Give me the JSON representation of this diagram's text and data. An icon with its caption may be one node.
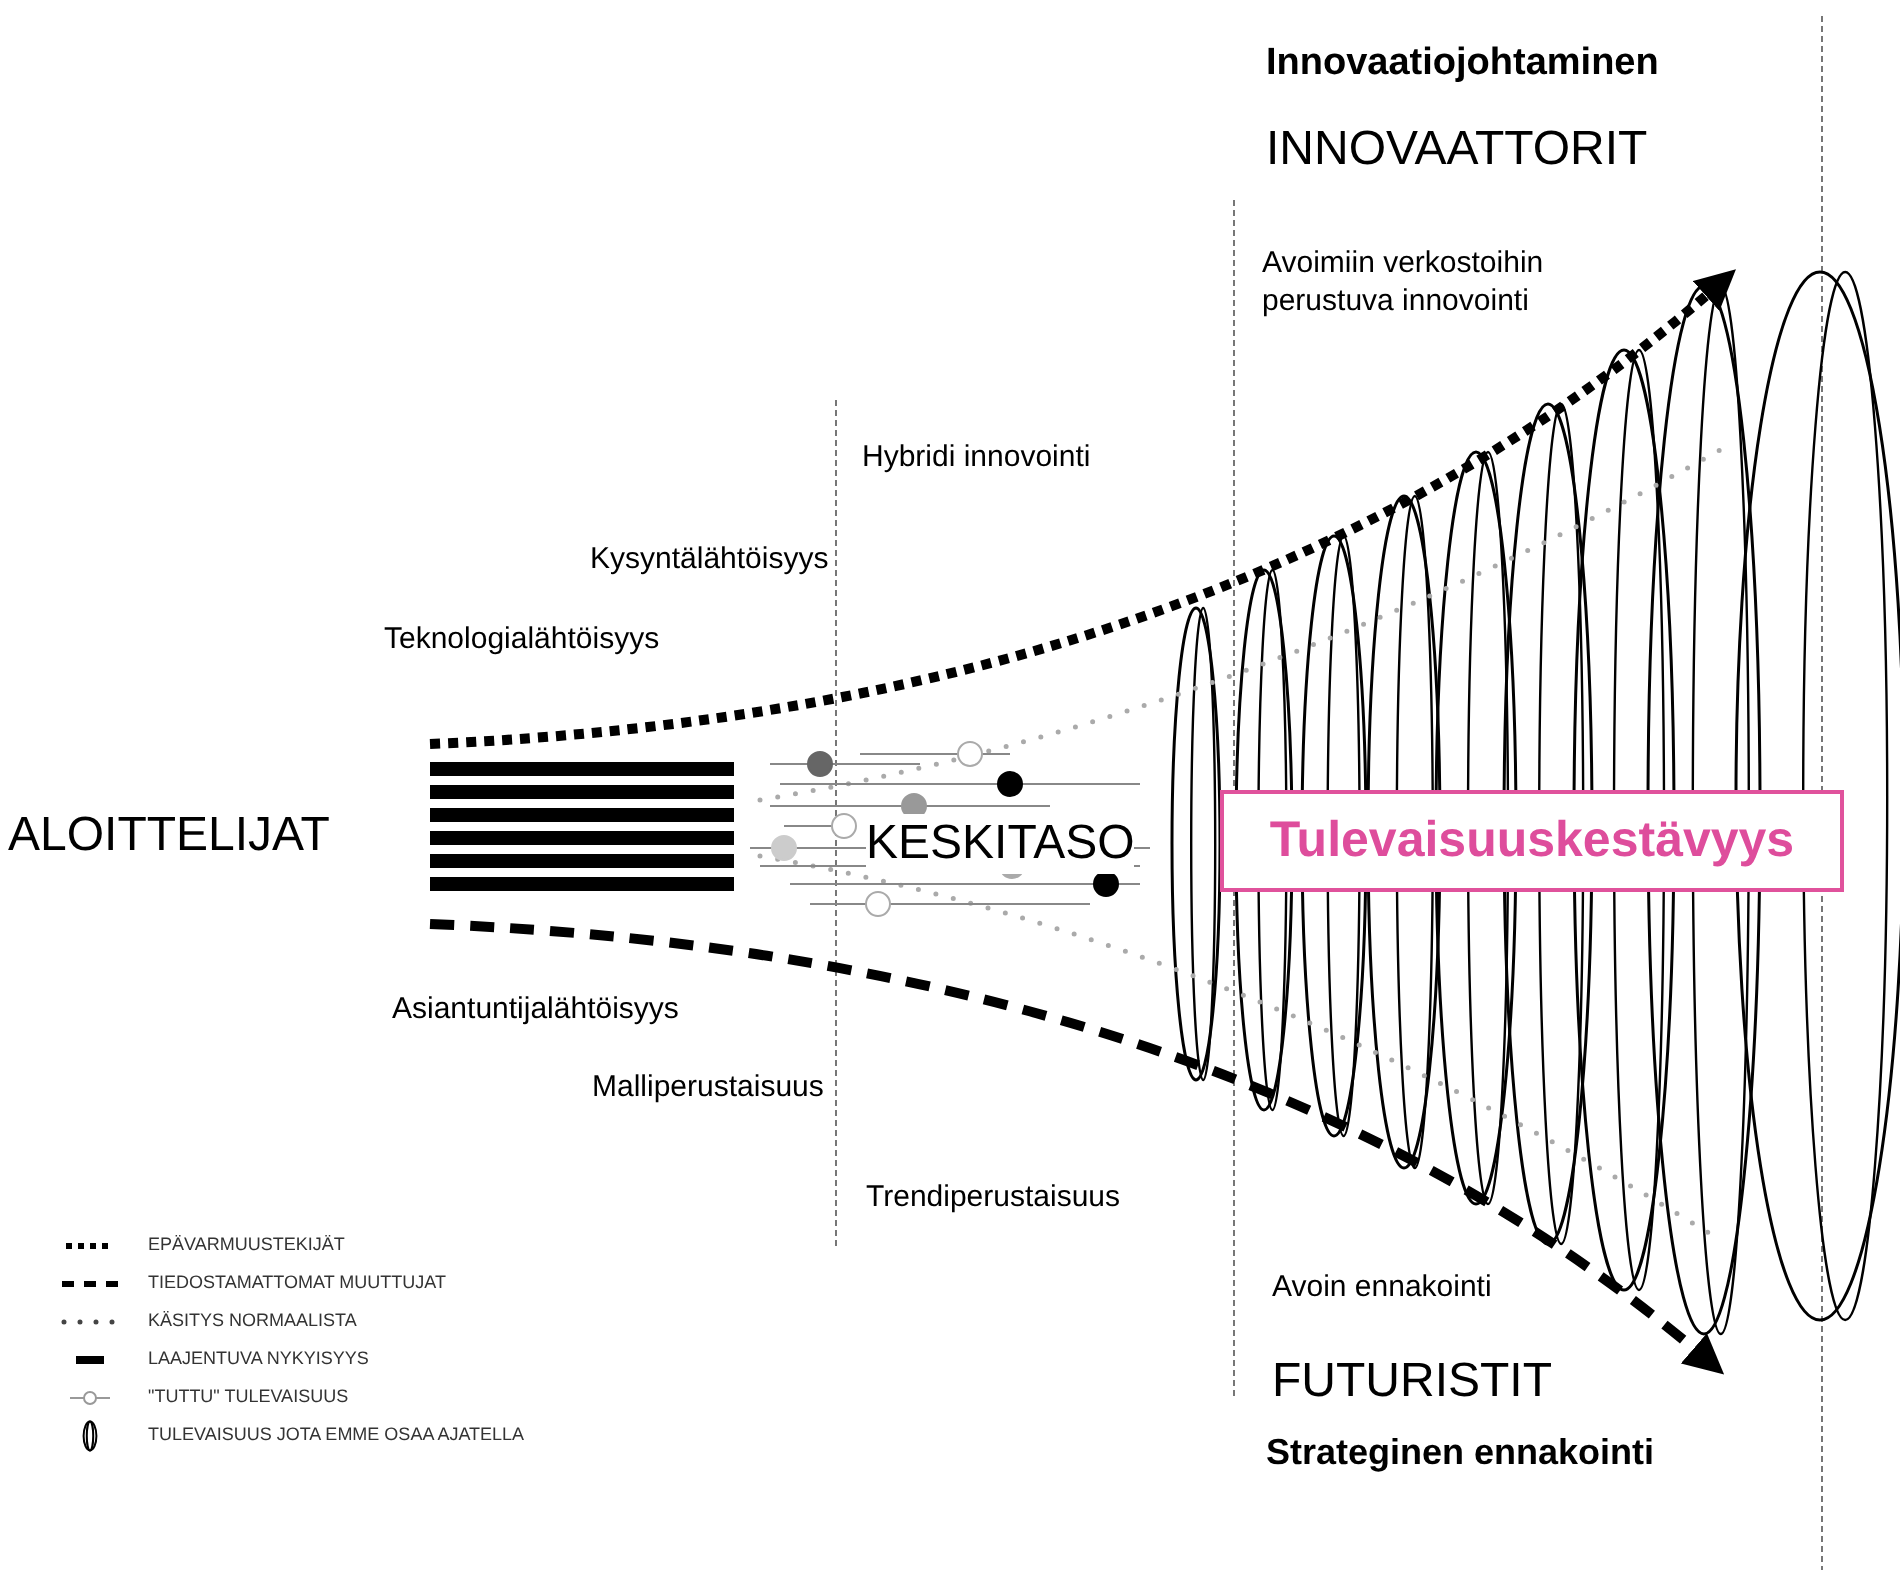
{
  "diagram": {
    "nodes": [
      {
        "text": [
          "Tulevaisuuskestävyys"
        ]
      }
    ],
    "edges": [],
    "labels": [
      "Innovaatiojohtaminen",
      "INNOVAATTORIT",
      "Avoimiin verkostoihin perustuva innovointi",
      "Hybridi innovointi",
      "Kysyntälähtöisyys",
      "Teknologialähtöisyys",
      "ALOITTELIJAT",
      "KESKITASO",
      "Asiantuntijalähtöisyys",
      "Malliperustaisuus",
      "Trendiperustaisuus",
      "Avoin ennakointi",
      "FUTURISTIT",
      "Strateginen ennakointi"
    ],
    "legend": [
      {
        "text": "EPÄVARMUUSTEKIJÄT"
      },
      {
        "text": "TIEDOSTAMATTOMAT MUUTTUJAT"
      },
      {
        "text": "KÄSITYS NORMAALISTA"
      },
      {
        "text": "LAAJENTUVA NYKYISYYS"
      },
      {
        "text": "\"TUTTU\" TULEVAISUUS"
      },
      {
        "text": "TULEVAISUUS JOTA EMME OSAA AJATELLA"
      }
    ]
  }
}
